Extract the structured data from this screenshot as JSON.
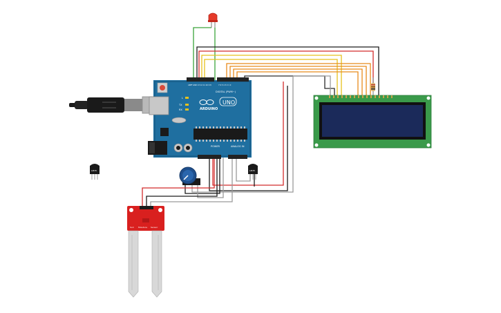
{
  "arduino": {
    "brand": "ARDUINO",
    "model": "UNO",
    "digital_label": "DIGITAL (PWM~)",
    "power_label": "POWER",
    "analog_label": "ANALOG IN",
    "tx_label": "TX",
    "rx_label": "RX",
    "l_label": "L"
  },
  "lcd": {
    "type": "16x2 character LCD"
  },
  "soil_sensor": {
    "label_left": "Soil",
    "label_mid": "Moisture",
    "label_right": "Sensor"
  },
  "temp_sensor_left": {
    "label": "LM35"
  },
  "temp_sensor_right": {
    "label": "LM35"
  },
  "colors": {
    "board_blue": "#1f6fa0",
    "board_dark": "#17567d",
    "lcd_green": "#3a9a4a",
    "lcd_screen": "#1b2a5a",
    "sensor_red": "#d9201f",
    "wire_red": "#d22b2b",
    "wire_black": "#1a1a1a",
    "wire_yellow": "#e6c11c",
    "wire_orange": "#e88a1a",
    "wire_green": "#3aa43a",
    "wire_gray": "#9a9a9a",
    "led_red": "#e53a2a"
  }
}
